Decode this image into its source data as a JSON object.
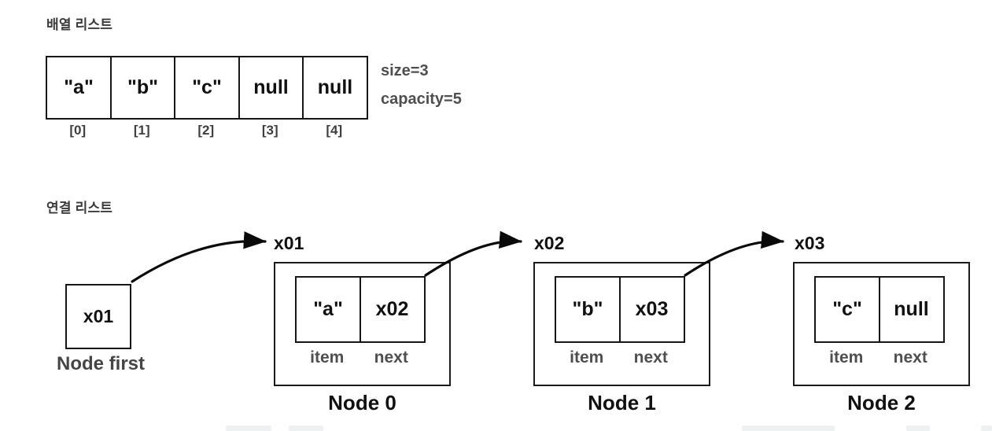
{
  "array_section": {
    "heading": "배열 리스트",
    "cells": [
      {
        "value": "\"a\"",
        "index": "[0]"
      },
      {
        "value": "\"b\"",
        "index": "[1]"
      },
      {
        "value": "\"c\"",
        "index": "[2]"
      },
      {
        "value": "null",
        "index": "[3]"
      },
      {
        "value": "null",
        "index": "[4]"
      }
    ],
    "size_label": "size=3",
    "capacity_label": "capacity=5"
  },
  "linked_section": {
    "heading": "연결 리스트",
    "first_node": {
      "value": "x01",
      "caption": "Node first"
    },
    "nodes": [
      {
        "pointer_label": "x01",
        "item": "\"a\"",
        "next": "x02",
        "item_label": "item",
        "next_label": "next",
        "caption": "Node 0"
      },
      {
        "pointer_label": "x02",
        "item": "\"b\"",
        "next": "x03",
        "item_label": "item",
        "next_label": "next",
        "caption": "Node 1"
      },
      {
        "pointer_label": "x03",
        "item": "\"c\"",
        "next": "null",
        "item_label": "item",
        "next_label": "next",
        "caption": "Node 2"
      }
    ]
  },
  "colors": {
    "background": "#ffffff",
    "border": "#161616",
    "text_primary": "#111111",
    "text_secondary": "#4f4f4f",
    "arrow": "#0a0a0a"
  }
}
